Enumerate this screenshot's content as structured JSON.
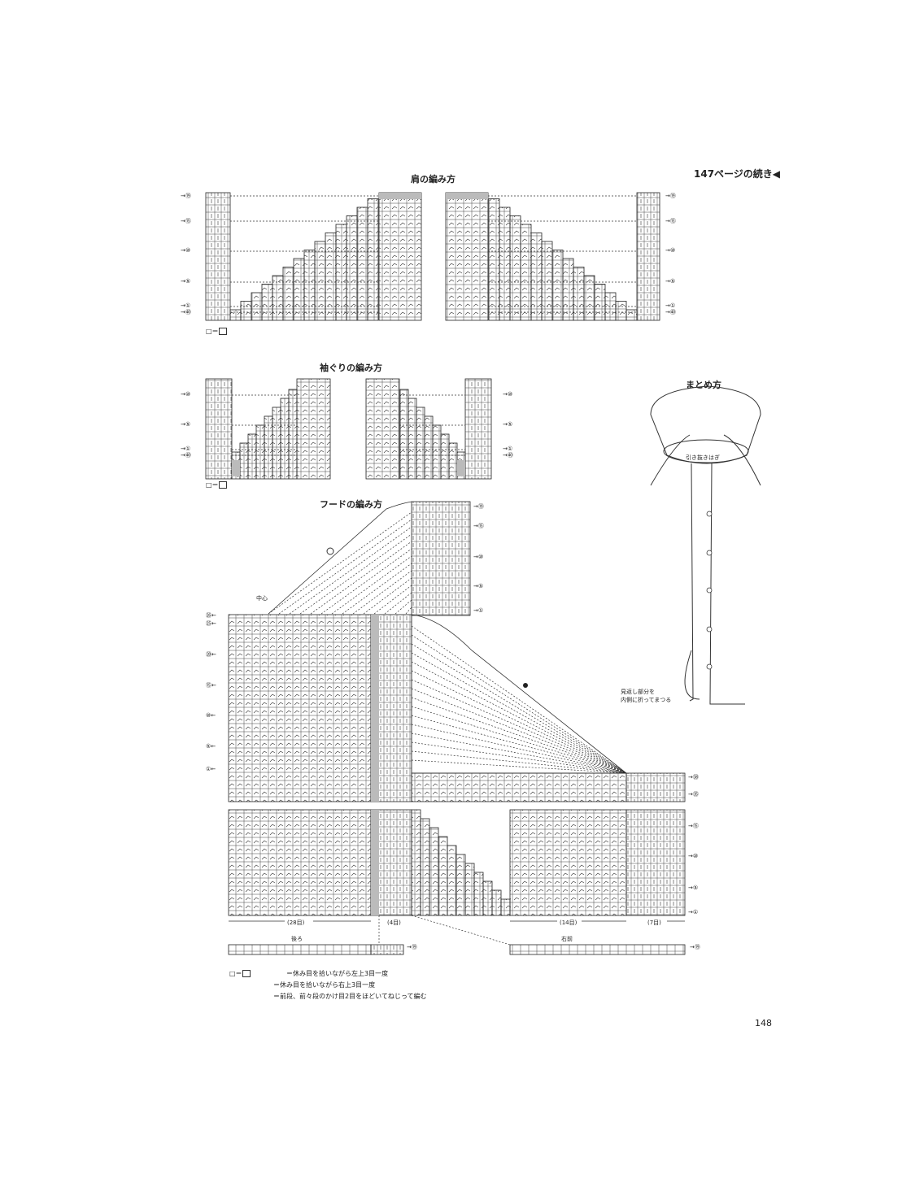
{
  "header": {
    "continued_from": "147ページの続き◀"
  },
  "shoulder": {
    "title": "肩の編み方",
    "row_labels_left": [
      "⑲",
      "⑮",
      "⑩",
      "⑤",
      "①",
      "㊵"
    ],
    "row_labels_right": [
      "⑲",
      "⑮",
      "⑩",
      "⑤",
      "①",
      "㊵"
    ],
    "legend": "□＝"
  },
  "armhole": {
    "title": "袖ぐりの編み方",
    "row_labels_left": [
      "⑩",
      "⑤",
      "①",
      "㊵"
    ],
    "row_labels_right": [
      "⑩",
      "⑤",
      "①",
      "㊵"
    ],
    "legend": "□＝"
  },
  "assembly": {
    "title": "まとめ方",
    "center_label": "引き抜きはぎ",
    "fold_note_line1": "見返し部分を",
    "fold_note_line2": "内側に折ってまつる"
  },
  "hood": {
    "title": "フードの編み方",
    "center_label": "中心",
    "panel_labels": [
      "⑲",
      "⑮",
      "⑩",
      "⑤",
      "①"
    ],
    "upper_left_labels": [
      "㉖",
      "㉕",
      "⑳",
      "⑮",
      "⑩",
      "⑤",
      "①"
    ],
    "right_labels": [
      "㊳",
      "㉟"
    ],
    "lower_right_labels": [
      "⑮",
      "⑩",
      "⑤",
      "①"
    ],
    "widths": [
      "(28目)",
      "(4目)",
      "(14目)",
      "(7目)"
    ],
    "back_label": "後ろ",
    "front_label": "右前",
    "strip_label": "⑲",
    "legend": [
      "□＝",
      "＝休み目を拾いながら左上3目一度",
      "＝休み目を拾いながら右上3目一度",
      "＝前段、前々段のかけ目2目をほどいてねじって編む"
    ]
  },
  "page_number": "148"
}
